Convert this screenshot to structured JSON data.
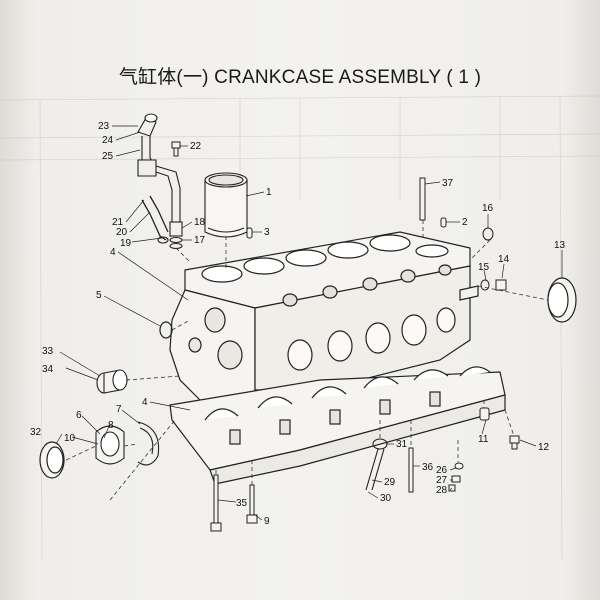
{
  "title": "气缸体(一) CRANKCASE ASSEMBLY ( 1 )",
  "callouts": [
    {
      "id": "c1",
      "label": "1"
    },
    {
      "id": "c2",
      "label": "2"
    },
    {
      "id": "c3",
      "label": "3"
    },
    {
      "id": "c4a",
      "label": "4"
    },
    {
      "id": "c4b",
      "label": "4"
    },
    {
      "id": "c5",
      "label": "5"
    },
    {
      "id": "c6",
      "label": "6"
    },
    {
      "id": "c7",
      "label": "7"
    },
    {
      "id": "c8",
      "label": "8"
    },
    {
      "id": "c9",
      "label": "9"
    },
    {
      "id": "c10",
      "label": "10"
    },
    {
      "id": "c11",
      "label": "11"
    },
    {
      "id": "c12",
      "label": "12"
    },
    {
      "id": "c13",
      "label": "13"
    },
    {
      "id": "c14",
      "label": "14"
    },
    {
      "id": "c15",
      "label": "15"
    },
    {
      "id": "c16",
      "label": "16"
    },
    {
      "id": "c17",
      "label": "17"
    },
    {
      "id": "c18",
      "label": "18"
    },
    {
      "id": "c19",
      "label": "19"
    },
    {
      "id": "c20",
      "label": "20"
    },
    {
      "id": "c21",
      "label": "21"
    },
    {
      "id": "c22",
      "label": "22"
    },
    {
      "id": "c23",
      "label": "23"
    },
    {
      "id": "c24",
      "label": "24"
    },
    {
      "id": "c25",
      "label": "25"
    },
    {
      "id": "c26",
      "label": "26"
    },
    {
      "id": "c27",
      "label": "27"
    },
    {
      "id": "c28",
      "label": "28"
    },
    {
      "id": "c29",
      "label": "29"
    },
    {
      "id": "c30",
      "label": "30"
    },
    {
      "id": "c31",
      "label": "31"
    },
    {
      "id": "c32",
      "label": "32"
    },
    {
      "id": "c33",
      "label": "33"
    },
    {
      "id": "c34",
      "label": "34"
    },
    {
      "id": "c35",
      "label": "35"
    },
    {
      "id": "c36",
      "label": "36"
    },
    {
      "id": "c37",
      "label": "37"
    }
  ]
}
